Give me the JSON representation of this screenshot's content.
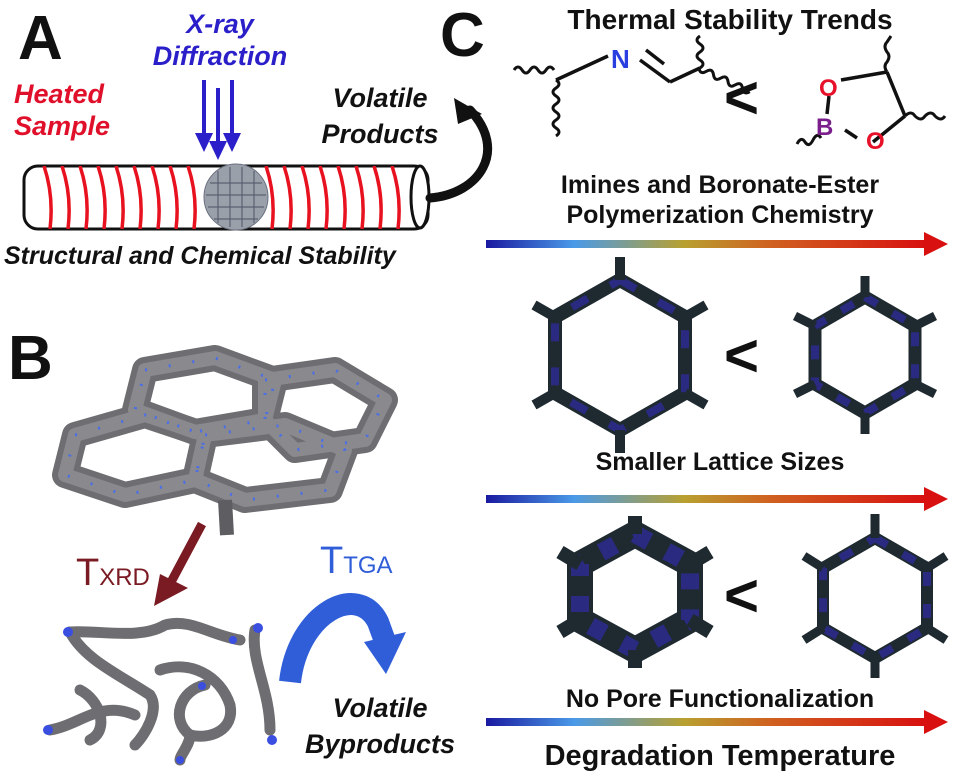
{
  "panel_a": {
    "letter": "A",
    "heated_sample": [
      "Heated",
      "Sample"
    ],
    "xray": [
      "X-ray",
      "Diffraction"
    ],
    "volatile_products": [
      "Volatile",
      "Products"
    ],
    "caption": "Structural and Chemical Stability",
    "colors": {
      "heated": "#e0102a",
      "xray": "#2a1fc8",
      "coil": "#e8111f"
    }
  },
  "panel_b": {
    "letter": "B",
    "t_xrd": {
      "main": "T",
      "sub": "XRD",
      "color": "#7a1a22"
    },
    "t_tga": {
      "main": "T",
      "sub": "TGA",
      "color": "#2f5ed8"
    },
    "volatile_byproducts": [
      "Volatile",
      "Byproducts"
    ]
  },
  "panel_c": {
    "letter": "C",
    "title": "Thermal Stability Trends",
    "less_than": "<",
    "imine": {
      "atom": "N",
      "color": "#2a3fe0"
    },
    "boronate": {
      "atoms": [
        "O",
        "B",
        "O"
      ],
      "colors": {
        "O": "#e8112a",
        "B": "#7a1f8c"
      }
    },
    "row1_caption": [
      "Imines and Boronate-Ester",
      "Polymerization Chemistry"
    ],
    "row2_caption": "Smaller Lattice Sizes",
    "row3_caption": "No Pore Functionalization",
    "axis_label": "Degradation Temperature",
    "gradient_colors": [
      "#1a1aa0",
      "#4a9ae8",
      "#b8a030",
      "#d06020",
      "#d81010"
    ]
  }
}
